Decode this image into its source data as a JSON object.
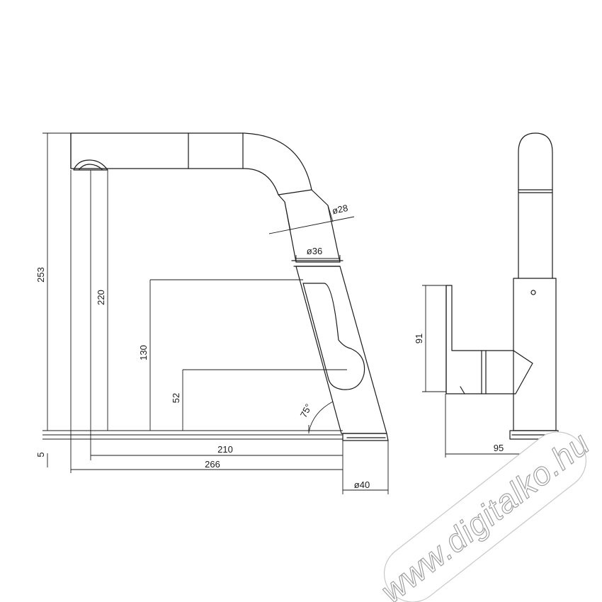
{
  "dimensions": {
    "total_height": "253",
    "spout_height": "220",
    "lever_height": "130",
    "base_to_lever": "52",
    "deck_thickness": "5",
    "spout_reach": "210",
    "total_reach": "266",
    "base_diameter": "ø40",
    "hose_diameter": "ø28",
    "body_diameter": "ø36",
    "angle": "75°",
    "side_height": "91",
    "side_depth": "95"
  },
  "watermark": "www.digitalko.hu"
}
